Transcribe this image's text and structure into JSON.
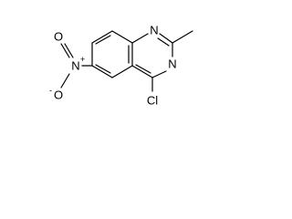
{
  "molecule": {
    "atoms": {
      "n1": "N",
      "n3": "N",
      "cl": "Cl",
      "nitro_n": "N",
      "nitro_o_top": "O",
      "nitro_o_bottom": "O"
    },
    "charges": {
      "nitro_n": "+",
      "nitro_o_bottom": "-"
    }
  }
}
